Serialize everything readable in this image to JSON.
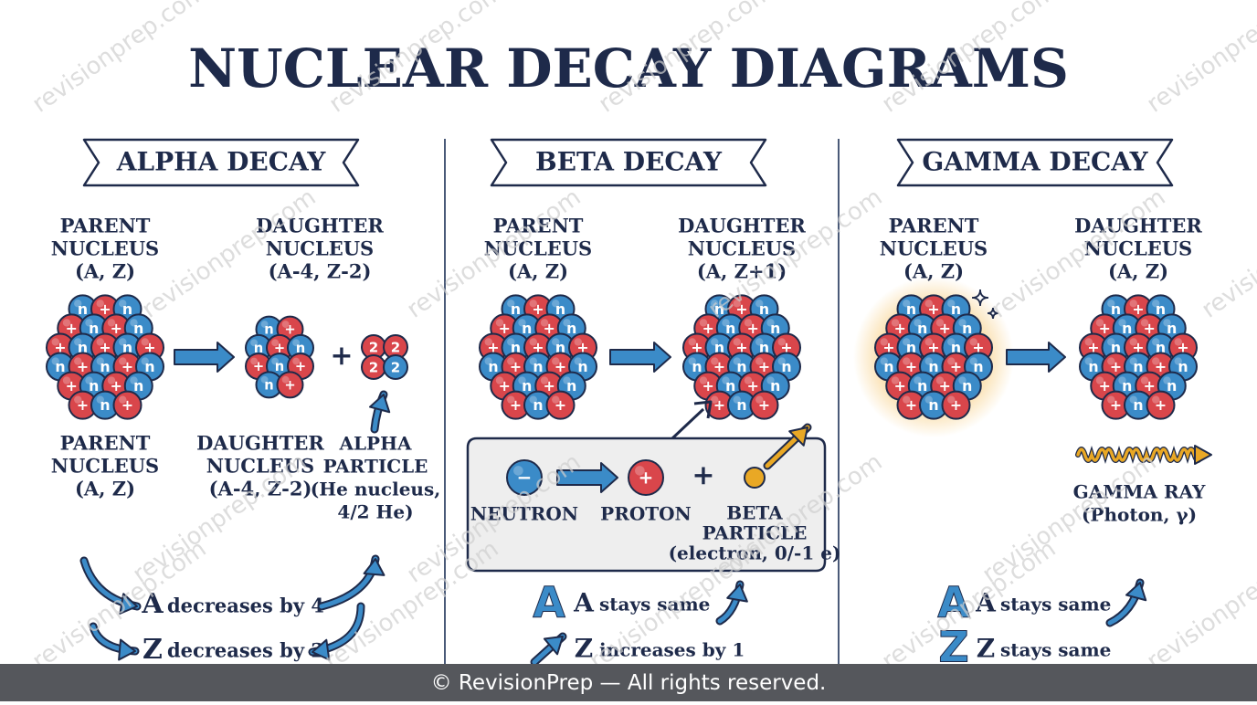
{
  "title": "NUCLEAR DECAY DIAGRAMS",
  "watermark": "revisionprep.com",
  "footer": "© RevisionPrep — All rights reserved.",
  "colors": {
    "proton": "#d9464b",
    "neutron": "#3b8bc8",
    "ink": "#1e2a4a",
    "arrow": "#3b8bc8",
    "gamma": "#e9a825",
    "glow": "#f8d18a",
    "panel": "#eeeeee"
  },
  "alpha": {
    "banner": "ALPHA DECAY",
    "parent_top": [
      "PARENT",
      "NUCLEUS",
      "(A, Z)"
    ],
    "daughter_top": [
      "DAUGHTER",
      "NUCLEUS",
      "(A-4, Z-2)"
    ],
    "parent_bottom": [
      "PARENT",
      "NUCLEUS",
      "(A, Z)"
    ],
    "daughter_bottom": [
      "DAUGHTER",
      "NUCLEUS",
      "(A-4, Z-2)"
    ],
    "particle_bottom": [
      "ALPHA",
      "PARTICLE",
      "(He nucleus,",
      "4/2 He)"
    ],
    "plus": "+",
    "alpha_digit": "2",
    "rule_a_letter": "A",
    "rule_a_text": "decreases by 4",
    "rule_z_letter": "Z",
    "rule_z_text": "decreases by 2"
  },
  "beta": {
    "banner": "BETA DECAY",
    "parent_top": [
      "PARENT",
      "NUCLEUS",
      "(A, Z)"
    ],
    "daughter_top": [
      "DAUGHTER",
      "NUCLEUS",
      "(A, Z+1)"
    ],
    "neutron_label": "NEUTRON",
    "proton_label": "PROTON",
    "particle_label": [
      "BETA",
      "PARTICLE",
      "(electron, 0/-1 e)"
    ],
    "plus": "+",
    "rule_a_letter": "A",
    "rule_a_text": "stays same",
    "rule_z_letter": "Z",
    "rule_z_text": "increases by 1"
  },
  "gamma": {
    "banner": "GAMMA DECAY",
    "parent_top": [
      "PARENT",
      "NUCLEUS",
      "(A, Z)"
    ],
    "daughter_top": [
      "DAUGHTER",
      "NUCLEUS",
      "(A, Z)"
    ],
    "ray_label": [
      "GAMMA RAY",
      "(Photon, γ)"
    ],
    "rule_a_letter": "A",
    "rule_a_text": "stays same",
    "rule_z_letter": "Z",
    "rule_z_text": "stays same"
  },
  "symbols": {
    "proton": "+",
    "neutron_alt": "n",
    "neutron_minus": "−"
  }
}
